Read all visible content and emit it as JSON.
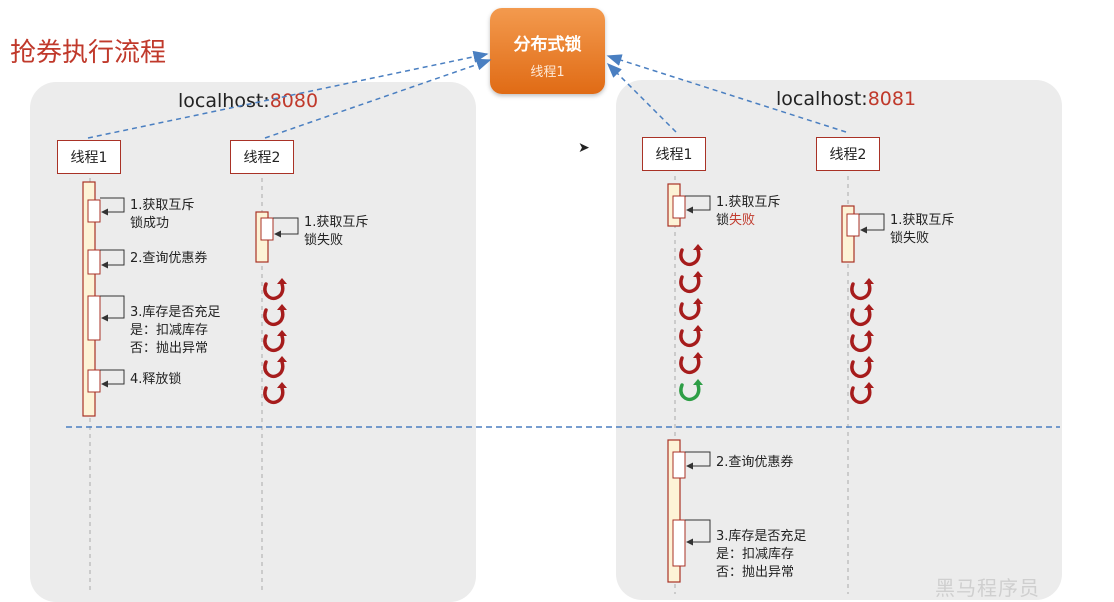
{
  "title": "抢券执行流程",
  "lock": {
    "title": "分布式锁",
    "holder": "线程1"
  },
  "left": {
    "host": "localhost:",
    "port": "8080",
    "thread1": "线程1",
    "thread2": "线程2",
    "t1_steps": {
      "s1_line1": "1.获取互斥",
      "s1_line2": "锁成功",
      "s2": "2.查询优惠券",
      "s3_line1": "3.库存是否充足",
      "s3_line2": "是：扣减库存",
      "s3_line3": "否：抛出异常",
      "s4": "4.释放锁"
    },
    "t2_steps": {
      "s1_line1": "1.获取互斥",
      "s1_line2": "锁失败"
    }
  },
  "right": {
    "host": "localhost:",
    "port": "8081",
    "thread1": "线程1",
    "thread2": "线程2",
    "t1_steps": {
      "s1_line1": "1.获取互斥",
      "s1_line2_prefix": "锁",
      "s1_line2_red": "失败",
      "s2": "2.查询优惠券",
      "s3_line1": "3.库存是否充足",
      "s3_line2": "是：扣减库存",
      "s3_line3": "否：抛出异常"
    },
    "t2_steps": {
      "s1_line1": "1.获取互斥",
      "s1_line2": "锁失败"
    }
  },
  "watermark": "黑马程序员",
  "colors": {
    "retry": "#a61c1c",
    "success": "#2e9e46",
    "arrow": "#4a7fc1",
    "lock": "#e8791f"
  }
}
